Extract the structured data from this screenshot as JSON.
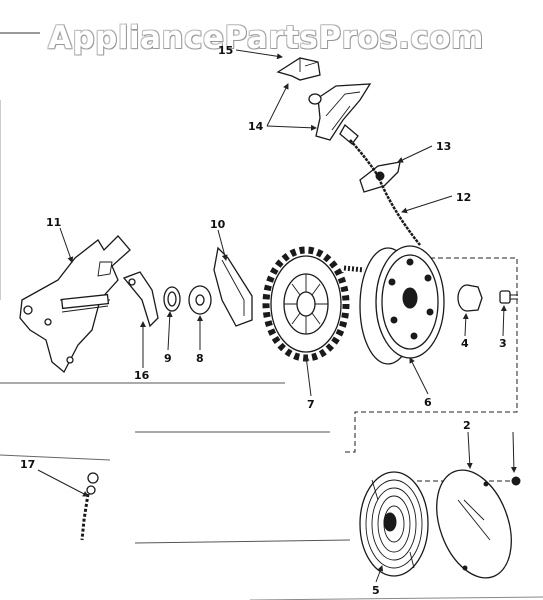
{
  "watermark": "AppliancePartsPros.com",
  "labels": {
    "p2": "2",
    "p3": "3",
    "p4": "4",
    "p5": "5",
    "p6": "6",
    "p7": "7",
    "p8": "8",
    "p9": "9",
    "p10": "10",
    "p11": "11",
    "p12": "12",
    "p13": "13",
    "p14": "14",
    "p15": "15",
    "p16": "16",
    "p17": "17"
  }
}
